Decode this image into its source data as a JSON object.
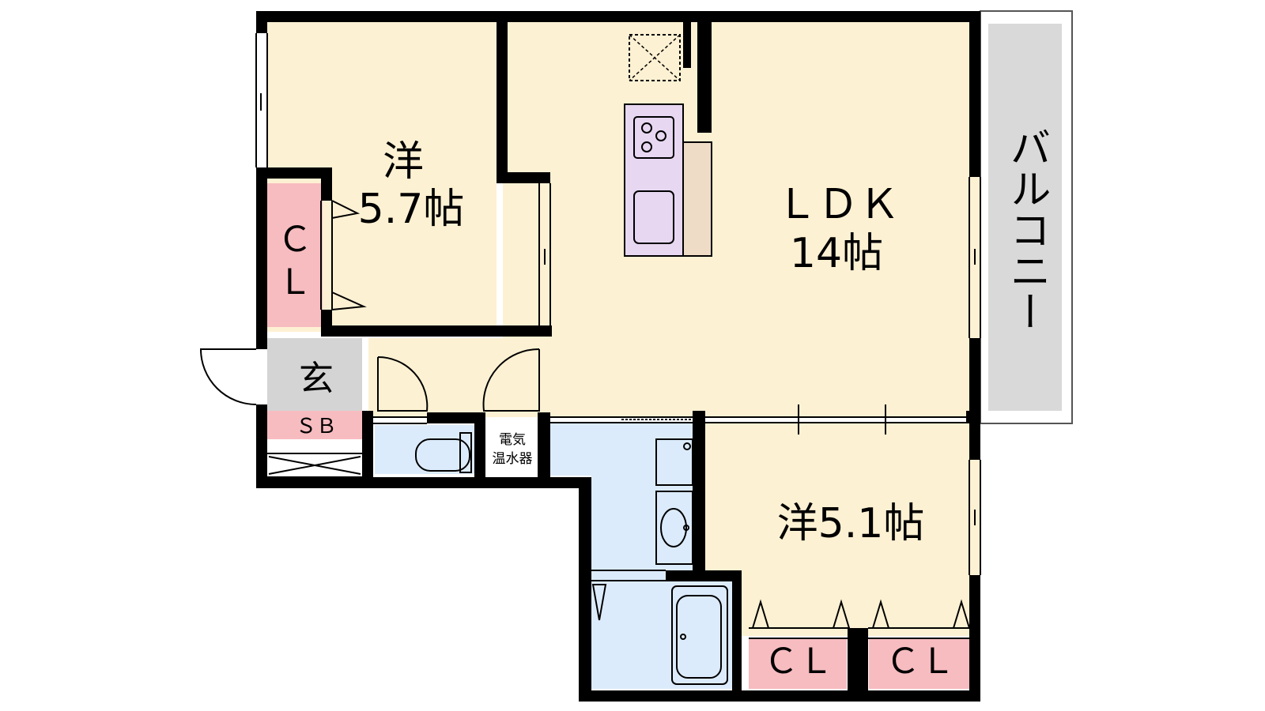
{
  "colors": {
    "room": "#fdf1d3",
    "wet": "#dcebfb",
    "closet": "#f7bcc0",
    "genkan": "#d4d4d4",
    "balcony": "#d9d9d9",
    "kitchen": "#e7d7f1",
    "counter": "#efdcc6",
    "wall": "#000000"
  },
  "rooms": {
    "western_1": {
      "type": "洋",
      "size": "5.7帖"
    },
    "ldk": {
      "type": "ＬＤＫ",
      "size": "14帖"
    },
    "western_2": {
      "label": "洋5.1帖"
    },
    "balcony": {
      "label": "バルコニー"
    },
    "genkan": {
      "label": "玄"
    },
    "shoe_box": {
      "label": "ＳＢ"
    },
    "closet_left": {
      "line1": "Ｃ",
      "line2": "Ｌ"
    },
    "closet_bottom_1": {
      "label": "ＣＬ"
    },
    "closet_bottom_2": {
      "label": "ＣＬ"
    },
    "water_heater": {
      "line1": "電気",
      "line2": "温水器"
    }
  }
}
